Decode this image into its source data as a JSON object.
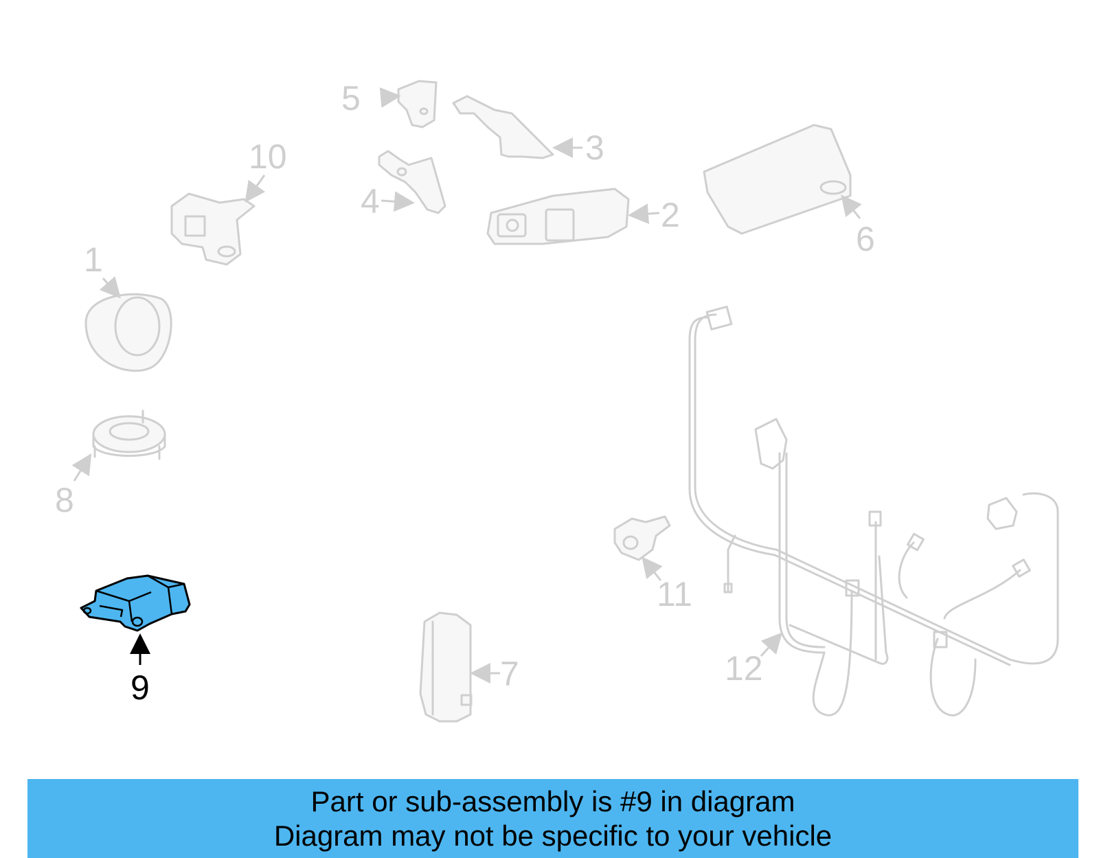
{
  "diagram": {
    "highlight_color": "#4db6f0",
    "ghost_color": "#cfcfcf",
    "selected_part": "9",
    "callouts": [
      "1",
      "2",
      "3",
      "4",
      "5",
      "6",
      "7",
      "8",
      "9",
      "10",
      "11",
      "12"
    ]
  },
  "banner": {
    "line1": "Part or sub-assembly is #9 in diagram",
    "line2": "Diagram may not be specific to your vehicle"
  }
}
